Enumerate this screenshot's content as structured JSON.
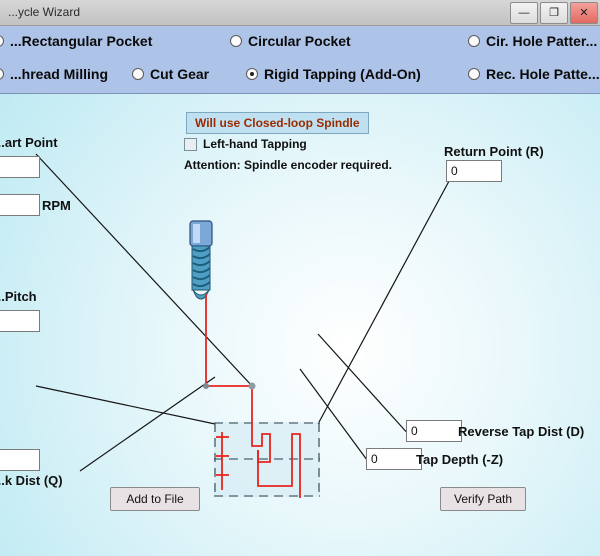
{
  "window": {
    "title": "...ycle Wizard",
    "buttons": {
      "minimize": "—",
      "maximize": "❐",
      "close": "✕"
    }
  },
  "options": {
    "row1": [
      {
        "label": "...Rectangular Pocket",
        "selected": false
      },
      {
        "label": "Circular Pocket",
        "selected": false
      },
      {
        "label": "Cir. Hole Patter...",
        "selected": false
      }
    ],
    "row2": [
      {
        "label": "...hread Milling",
        "selected": false
      },
      {
        "label": "Cut Gear",
        "selected": false
      },
      {
        "label": "Rigid Tapping (Add-On)",
        "selected": true
      },
      {
        "label": "Rec. Hole Patte...",
        "selected": false
      }
    ]
  },
  "main": {
    "banner": "Will use Closed-loop Spindle",
    "left_hand_tapping": {
      "label": "Left-hand Tapping",
      "checked": false
    },
    "attention": "Attention: Spindle encoder required.",
    "fields": {
      "start_point_label": "...art Point",
      "start_point_value": "",
      "rpm_value": "",
      "rpm_label": "RPM",
      "pitch_label": "...Pitch",
      "pitch_value": "",
      "peck_label": "...k Dist (Q)",
      "peck_value": "",
      "return_point_label": "Return Point (R)",
      "return_point_value": "0",
      "reverse_tap_label": "Reverse Tap Dist (D)",
      "reverse_tap_value": "0",
      "tap_depth_label": "Tap Depth (-Z)",
      "tap_depth_value": "0"
    },
    "buttons": {
      "add_to_file": "Add to File",
      "verify_path": "Verify Path"
    }
  },
  "colors": {
    "option_bar": "#aec3e8",
    "banner_text": "#9a2b00",
    "toolpath": "#e8251f",
    "panel_edge": "#bfeaf3"
  }
}
